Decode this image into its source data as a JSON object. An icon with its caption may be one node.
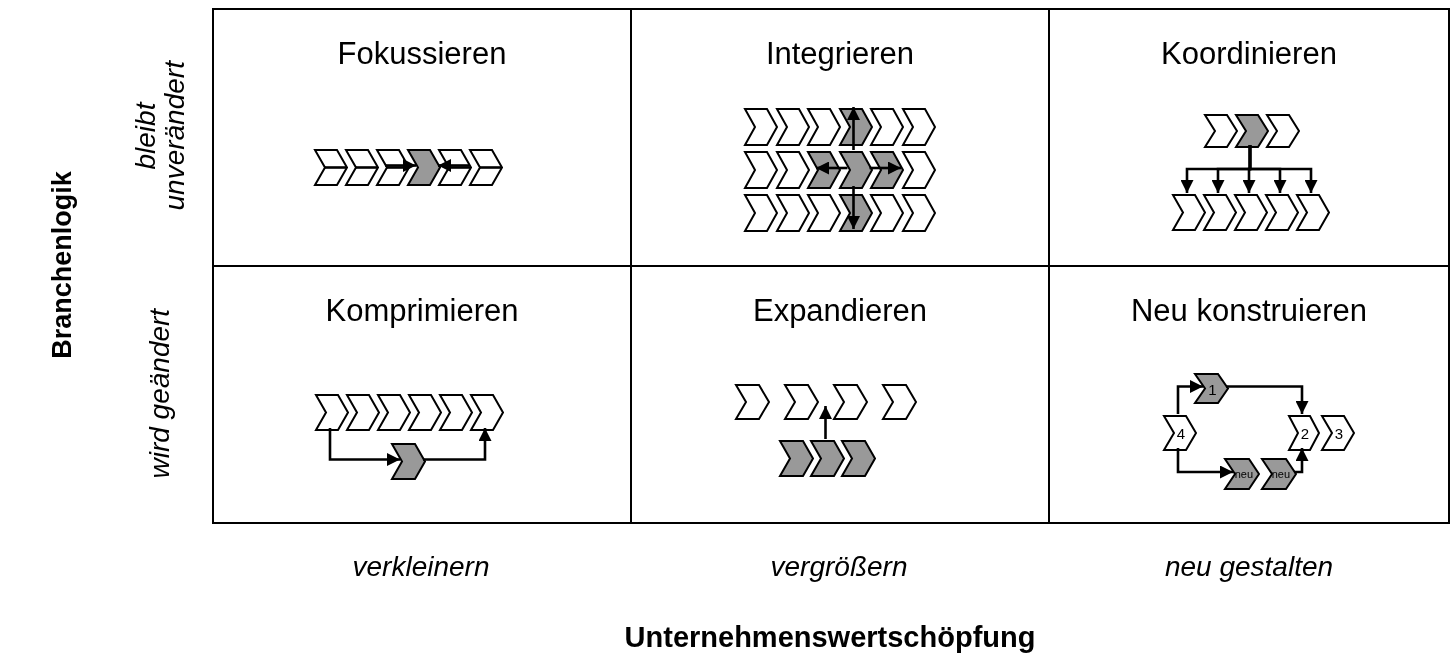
{
  "diagram": {
    "nodes": [
      {
        "text": [
          "Fokussieren"
        ]
      },
      {
        "text": [],
        "shape": "chevron",
        "in": 0
      },
      {
        "text": [],
        "shape": "chevron",
        "in": 0
      },
      {
        "text": [],
        "shape": "chevron",
        "in": 0
      },
      {
        "text": [],
        "shape": "chevron",
        "in": 0
      },
      {
        "text": [],
        "shape": "chevron",
        "in": 0
      },
      {
        "text": [],
        "shape": "chevron",
        "in": 0
      },
      {
        "text": [
          "Integrieren"
        ]
      },
      {
        "text": [],
        "shape": "chevron",
        "in": 7
      },
      {
        "text": [],
        "shape": "chevron",
        "in": 7
      },
      {
        "text": [],
        "shape": "chevron",
        "in": 7
      },
      {
        "text": [],
        "shape": "chevron",
        "in": 7
      },
      {
        "text": [],
        "shape": "chevron",
        "in": 7
      },
      {
        "text": [],
        "shape": "chevron",
        "in": 7
      },
      {
        "text": [],
        "shape": "chevron",
        "in": 7
      },
      {
        "text": [],
        "shape": "chevron",
        "in": 7
      },
      {
        "text": [],
        "shape": "chevron",
        "in": 7
      },
      {
        "text": [],
        "shape": "chevron",
        "in": 7
      },
      {
        "text": [],
        "shape": "chevron",
        "in": 7
      },
      {
        "text": [],
        "shape": "chevron",
        "in": 7
      },
      {
        "text": [],
        "shape": "chevron",
        "in": 7
      },
      {
        "text": [],
        "shape": "chevron",
        "in": 7
      },
      {
        "text": [],
        "shape": "chevron",
        "in": 7
      },
      {
        "text": [],
        "shape": "chevron",
        "in": 7
      },
      {
        "text": [],
        "shape": "chevron",
        "in": 7
      },
      {
        "text": [],
        "shape": "chevron",
        "in": 7
      },
      {
        "text": [
          "Koordinieren"
        ]
      },
      {
        "text": [],
        "shape": "chevron",
        "in": 26
      },
      {
        "text": [],
        "shape": "chevron",
        "in": 26
      },
      {
        "text": [],
        "shape": "chevron",
        "in": 26
      },
      {
        "text": [],
        "shape": "chevron",
        "in": 26
      },
      {
        "text": [],
        "shape": "chevron",
        "in": 26
      },
      {
        "text": [],
        "shape": "chevron",
        "in": 26
      },
      {
        "text": [],
        "shape": "chevron",
        "in": 26
      },
      {
        "text": [],
        "shape": "chevron",
        "in": 26
      },
      {
        "text": [
          "Komprimieren"
        ]
      },
      {
        "text": [],
        "shape": "chevron",
        "in": 35
      },
      {
        "text": [],
        "shape": "chevron",
        "in": 35
      },
      {
        "text": [],
        "shape": "chevron",
        "in": 35
      },
      {
        "text": [],
        "shape": "chevron",
        "in": 35
      },
      {
        "text": [],
        "shape": "chevron",
        "in": 35
      },
      {
        "text": [],
        "shape": "chevron",
        "in": 35
      },
      {
        "text": [],
        "shape": "chevron",
        "in": 35
      },
      {
        "text": [
          "Expandieren"
        ]
      },
      {
        "text": [],
        "shape": "chevron",
        "in": 43
      },
      {
        "text": [],
        "shape": "chevron",
        "in": 43
      },
      {
        "text": [],
        "shape": "chevron",
        "in": 43
      },
      {
        "text": [],
        "shape": "chevron",
        "in": 43
      },
      {
        "text": [],
        "shape": "chevron",
        "in": 43
      },
      {
        "text": [],
        "shape": "chevron",
        "in": 43
      },
      {
        "text": [],
        "shape": "chevron",
        "in": 43
      },
      {
        "text": [
          "Neu konstruieren"
        ]
      },
      {
        "text": [
          "1"
        ],
        "in": 51
      },
      {
        "text": [
          "4"
        ],
        "in": 51
      },
      {
        "text": [
          "2"
        ],
        "in": 51
      },
      {
        "text": [
          "3"
        ],
        "in": 51
      },
      {
        "text": [
          "neu"
        ],
        "in": 51
      },
      {
        "text": [
          "neu"
        ],
        "in": 51
      }
    ],
    "edges": [
      {
        "from": 3,
        "to": 4,
        "arrow": "to"
      },
      {
        "from": 5,
        "to": 4,
        "arrow": "to"
      },
      {
        "from": 17,
        "to": 11,
        "arrow": "to"
      },
      {
        "from": 17,
        "to": 23,
        "arrow": "to"
      },
      {
        "from": 17,
        "to": 16,
        "arrow": "to"
      },
      {
        "from": 17,
        "to": 18,
        "arrow": "to"
      },
      {
        "from": 28,
        "to": 30,
        "arrow": "to"
      },
      {
        "from": 28,
        "to": 31,
        "arrow": "to"
      },
      {
        "from": 28,
        "to": 32,
        "arrow": "to"
      },
      {
        "from": 28,
        "to": 33,
        "arrow": "to"
      },
      {
        "from": 28,
        "to": 34,
        "arrow": "to"
      },
      {
        "from": 36,
        "to": 42,
        "arrow": "to"
      },
      {
        "from": 42,
        "to": 41,
        "arrow": "to"
      },
      {
        "from": 49,
        "to": 45,
        "arrow": "to"
      },
      {
        "from": 53,
        "to": 52,
        "arrow": "to"
      },
      {
        "from": 52,
        "to": 54,
        "arrow": "to"
      },
      {
        "from": 53,
        "to": 56,
        "arrow": "to"
      },
      {
        "from": 57,
        "to": 54,
        "arrow": "to"
      }
    ],
    "labels": [
      "Branchenlogik",
      "bleibt unverändert",
      "wird geändert",
      "verkleinern",
      "vergrößern",
      "neu gestalten",
      "Unternehmenswertschöpfung"
    ]
  }
}
